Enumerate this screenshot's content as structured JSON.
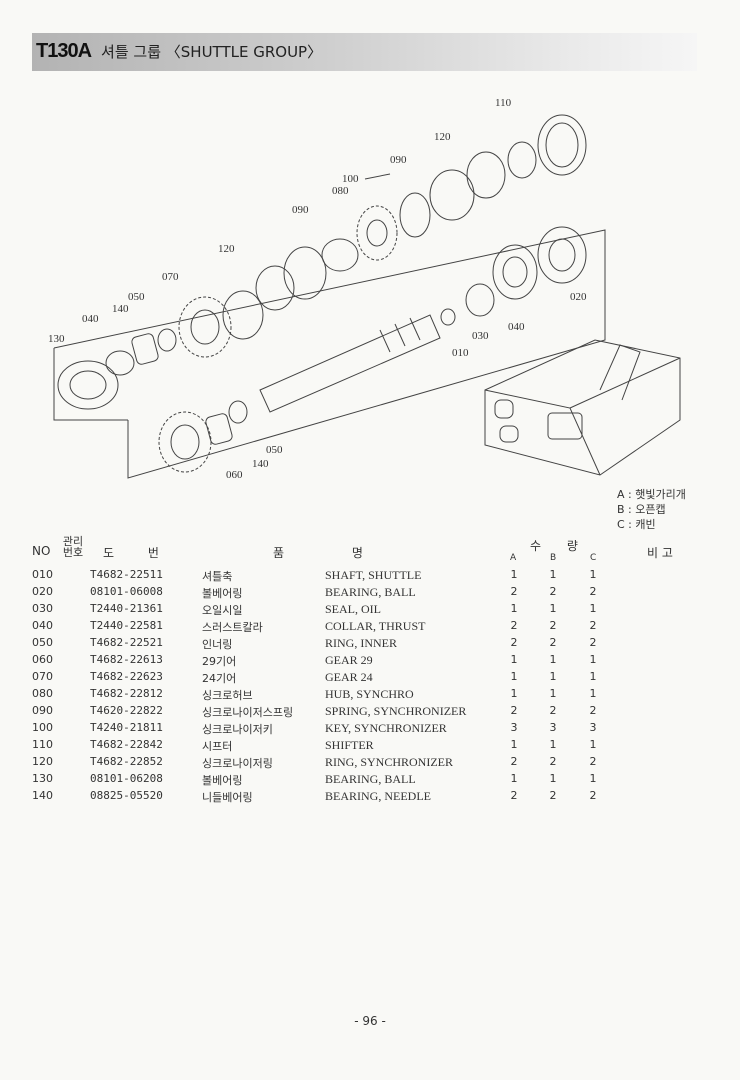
{
  "header": {
    "model": "T130A",
    "title": "셔틀 그룹 〈SHUTTLE GROUP〉"
  },
  "diagram": {
    "labels": [
      "110",
      "120",
      "090",
      "100",
      "080",
      "090",
      "120",
      "070",
      "050",
      "140",
      "040",
      "130",
      "030",
      "010",
      "040",
      "020",
      "050",
      "140",
      "060"
    ]
  },
  "legend": [
    "A : 햇빛가리개",
    "B : 오픈캡",
    "C : 캐빈"
  ],
  "table_header": {
    "no": "NO",
    "ref_top": "관리",
    "ref_bottom": "번호",
    "drawing": "도 번",
    "item": "품 명",
    "qty": "수 량",
    "qa": "A",
    "qb": "B",
    "qc": "C",
    "remarks": "비 고"
  },
  "rows": [
    {
      "no": "010",
      "part": "T4682-22511",
      "ko": "셔틀축",
      "en": "SHAFT, SHUTTLE",
      "a": "1",
      "b": "1",
      "c": "1"
    },
    {
      "no": "020",
      "part": "08101-06008",
      "ko": "볼베어링",
      "en": "BEARING, BALL",
      "a": "2",
      "b": "2",
      "c": "2"
    },
    {
      "no": "030",
      "part": "T2440-21361",
      "ko": "오일시일",
      "en": "SEAL, OIL",
      "a": "1",
      "b": "1",
      "c": "1"
    },
    {
      "no": "040",
      "part": "T2440-22581",
      "ko": "스러스트칼라",
      "en": "COLLAR, THRUST",
      "a": "2",
      "b": "2",
      "c": "2"
    },
    {
      "no": "050",
      "part": "T4682-22521",
      "ko": "인너링",
      "en": "RING, INNER",
      "a": "2",
      "b": "2",
      "c": "2"
    },
    {
      "no": "060",
      "part": "T4682-22613",
      "ko": "29기어",
      "en": "GEAR 29",
      "a": "1",
      "b": "1",
      "c": "1"
    },
    {
      "no": "070",
      "part": "T4682-22623",
      "ko": "24기어",
      "en": "GEAR 24",
      "a": "1",
      "b": "1",
      "c": "1"
    },
    {
      "no": "080",
      "part": "T4682-22812",
      "ko": "싱크로허브",
      "en": "HUB, SYNCHRO",
      "a": "1",
      "b": "1",
      "c": "1"
    },
    {
      "no": "090",
      "part": "T4620-22822",
      "ko": "싱크로나이저스프링",
      "en": "SPRING, SYNCHRONIZER",
      "a": "2",
      "b": "2",
      "c": "2"
    },
    {
      "no": "100",
      "part": "T4240-21811",
      "ko": "싱크로나이저키",
      "en": "KEY, SYNCHRONIZER",
      "a": "3",
      "b": "3",
      "c": "3"
    },
    {
      "no": "110",
      "part": "T4682-22842",
      "ko": "시프터",
      "en": "SHIFTER",
      "a": "1",
      "b": "1",
      "c": "1"
    },
    {
      "no": "120",
      "part": "T4682-22852",
      "ko": "싱크로나이저링",
      "en": "RING, SYNCHRONIZER",
      "a": "2",
      "b": "2",
      "c": "2"
    },
    {
      "no": "130",
      "part": "08101-06208",
      "ko": "볼베어링",
      "en": "BEARING, BALL",
      "a": "1",
      "b": "1",
      "c": "1"
    },
    {
      "no": "140",
      "part": "08825-05520",
      "ko": "니들베어링",
      "en": "BEARING, NEEDLE",
      "a": "2",
      "b": "2",
      "c": "2"
    }
  ],
  "footer": {
    "page": "- 96 -"
  }
}
